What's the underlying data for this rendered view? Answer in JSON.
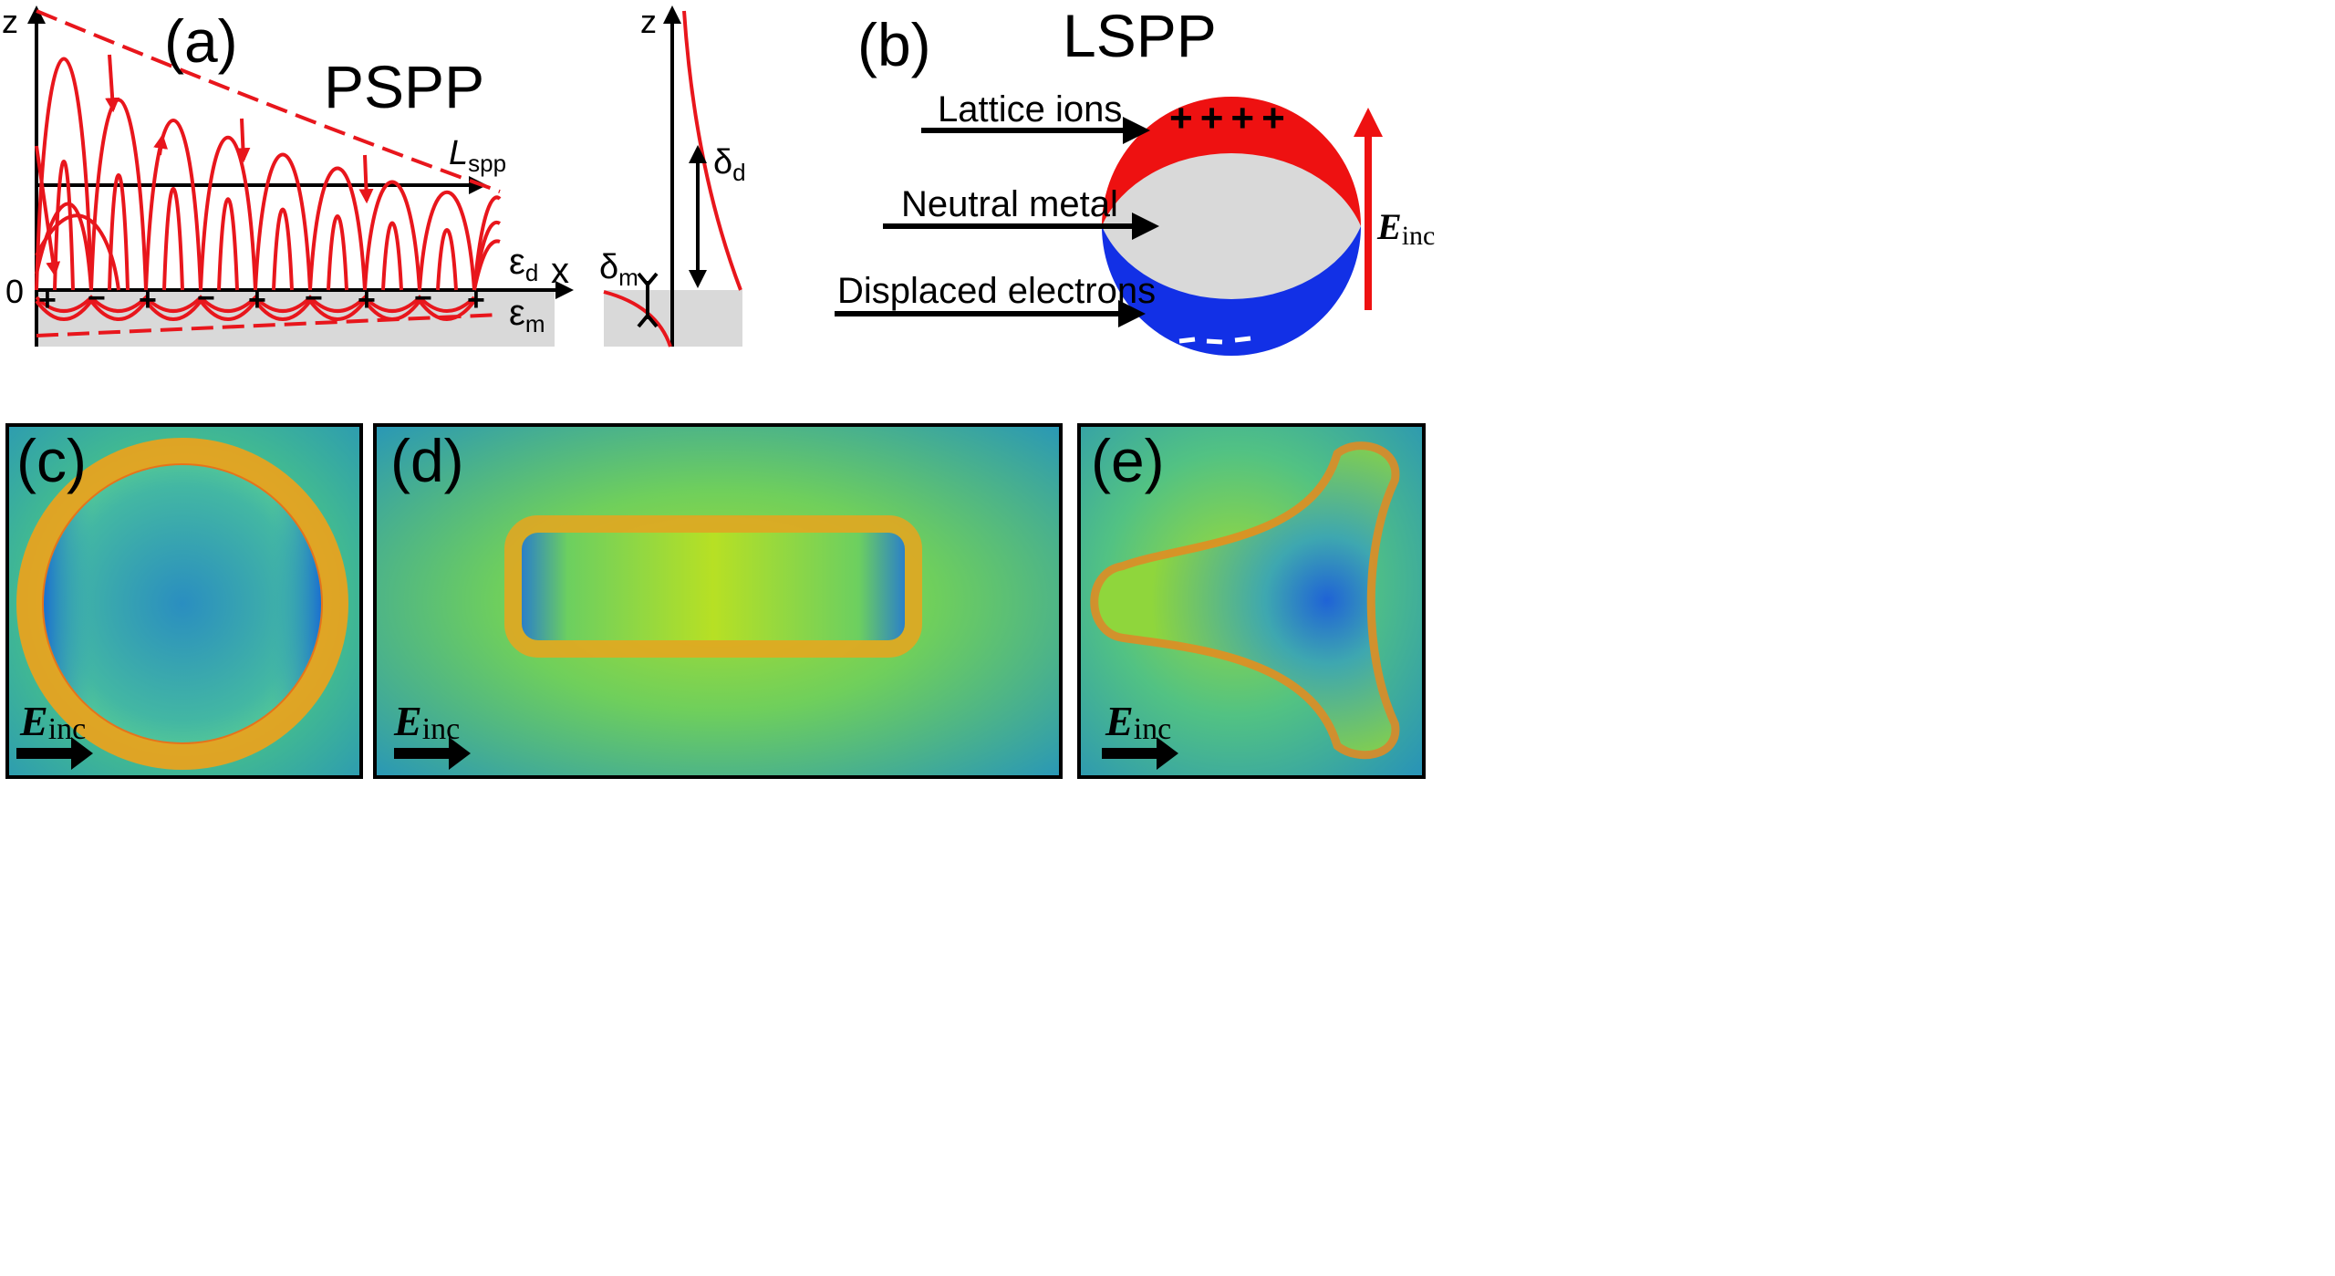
{
  "panels": {
    "a": {
      "label": "(a)",
      "title": "PSPP",
      "axis_z": "z",
      "axis_x": "x",
      "origin": "0",
      "l_main": "L",
      "l_sub": "spp",
      "eps_d_main": "ε",
      "eps_d_sub": "d",
      "eps_m_main": "ε",
      "eps_m_sub": "m",
      "plus": "+",
      "minus": "−",
      "inset": {
        "axis_z": "z",
        "delta_d_main": "δ",
        "delta_d_sub": "d",
        "delta_m_main": "δ",
        "delta_m_sub": "m"
      }
    },
    "b": {
      "label": "(b)",
      "title": "LSPP",
      "lattice_ions": "Lattice ions",
      "neutral_metal": "Neutral metal",
      "displaced_electrons": "Displaced electrons",
      "plus_signs": "++++",
      "e_main": "E",
      "e_sub": "inc"
    },
    "c": {
      "label": "(c)",
      "e_main": "E",
      "e_sub": "inc"
    },
    "d": {
      "label": "(d)",
      "e_main": "E",
      "e_sub": "inc"
    },
    "e": {
      "label": "(e)",
      "e_main": "E",
      "e_sub": "inc"
    }
  },
  "colors": {
    "field_line": "#e8161c",
    "metal": "#d9d9d9",
    "electrons": "#1230e6",
    "ions": "#ee1111"
  }
}
